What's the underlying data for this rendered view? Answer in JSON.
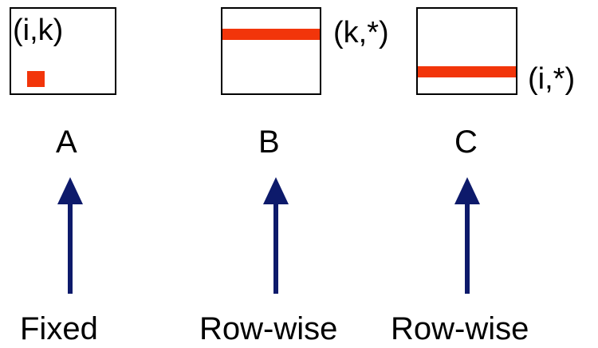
{
  "colors": {
    "highlight": "#f2350a",
    "arrow": "#0d1a6b",
    "border": "#000000"
  },
  "matrices": [
    {
      "id": "A",
      "name": "A",
      "index_label": "(i,k)",
      "access": "Fixed"
    },
    {
      "id": "B",
      "name": "B",
      "index_label": "(k,*)",
      "access": "Row-wise"
    },
    {
      "id": "C",
      "name": "C",
      "index_label": "(i,*)",
      "access": "Row-wise"
    }
  ]
}
